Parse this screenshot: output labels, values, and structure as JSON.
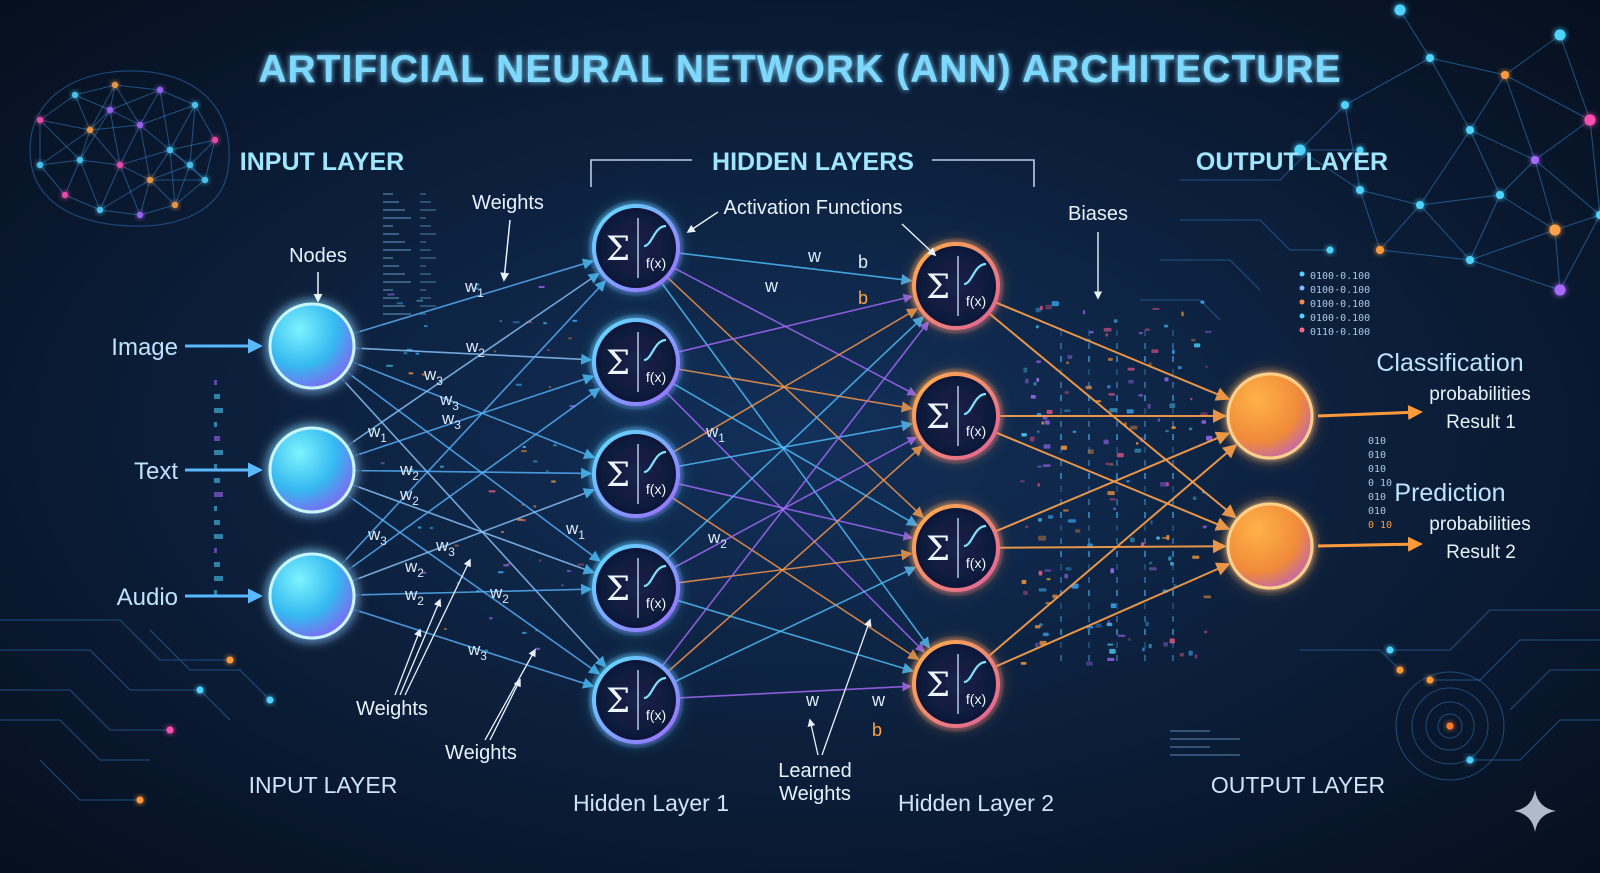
{
  "title": "ARTIFICIAL NEURAL NETWORK (ANN) ARCHITECTURE",
  "headers": {
    "input": "INPUT LAYER",
    "hidden": "HIDDEN LAYERS",
    "output": "OUTPUT LAYER"
  },
  "footers": {
    "input": "INPUT LAYER",
    "hidden1": "Hidden Layer 1",
    "hidden2": "Hidden Layer 2",
    "output": "OUTPUT LAYER"
  },
  "inputs": [
    "Image",
    "Text",
    "Audio"
  ],
  "callouts": {
    "nodes": "Nodes",
    "weights_top": "Weights",
    "weights_mid": "Weights",
    "weights_bottom": "Weights",
    "activation": "Activation Functions",
    "biases": "Biases",
    "learned_line1": "Learned",
    "learned_line2": "Weights"
  },
  "neuron": {
    "sigma": "Σ",
    "fx": "f(x)"
  },
  "weight_labels": {
    "w1": "w1",
    "w2": "w2",
    "w3": "w3",
    "w": "w",
    "b": "b"
  },
  "outputs": [
    {
      "label": "Classification",
      "line1": "probabilities",
      "line2": "Result 1"
    },
    {
      "label": "Prediction",
      "line1": "probabilities",
      "line2": "Result 2"
    }
  ],
  "binary_block": [
    "0100·0.100",
    "0100·0.100",
    "0100·0.100",
    "0100·0.100",
    "0110·0.100"
  ],
  "binary_column": [
    "010",
    "010",
    "010",
    "0 10",
    "010",
    "010",
    "0 10"
  ],
  "colors": {
    "background": "#081426",
    "cyan": "#4fd3ff",
    "blue_line": "#58b4ff",
    "purple_line": "#a86bff",
    "orange": "#ffa24a",
    "title": "#7fd9ff",
    "header": "#9fe6ff"
  }
}
